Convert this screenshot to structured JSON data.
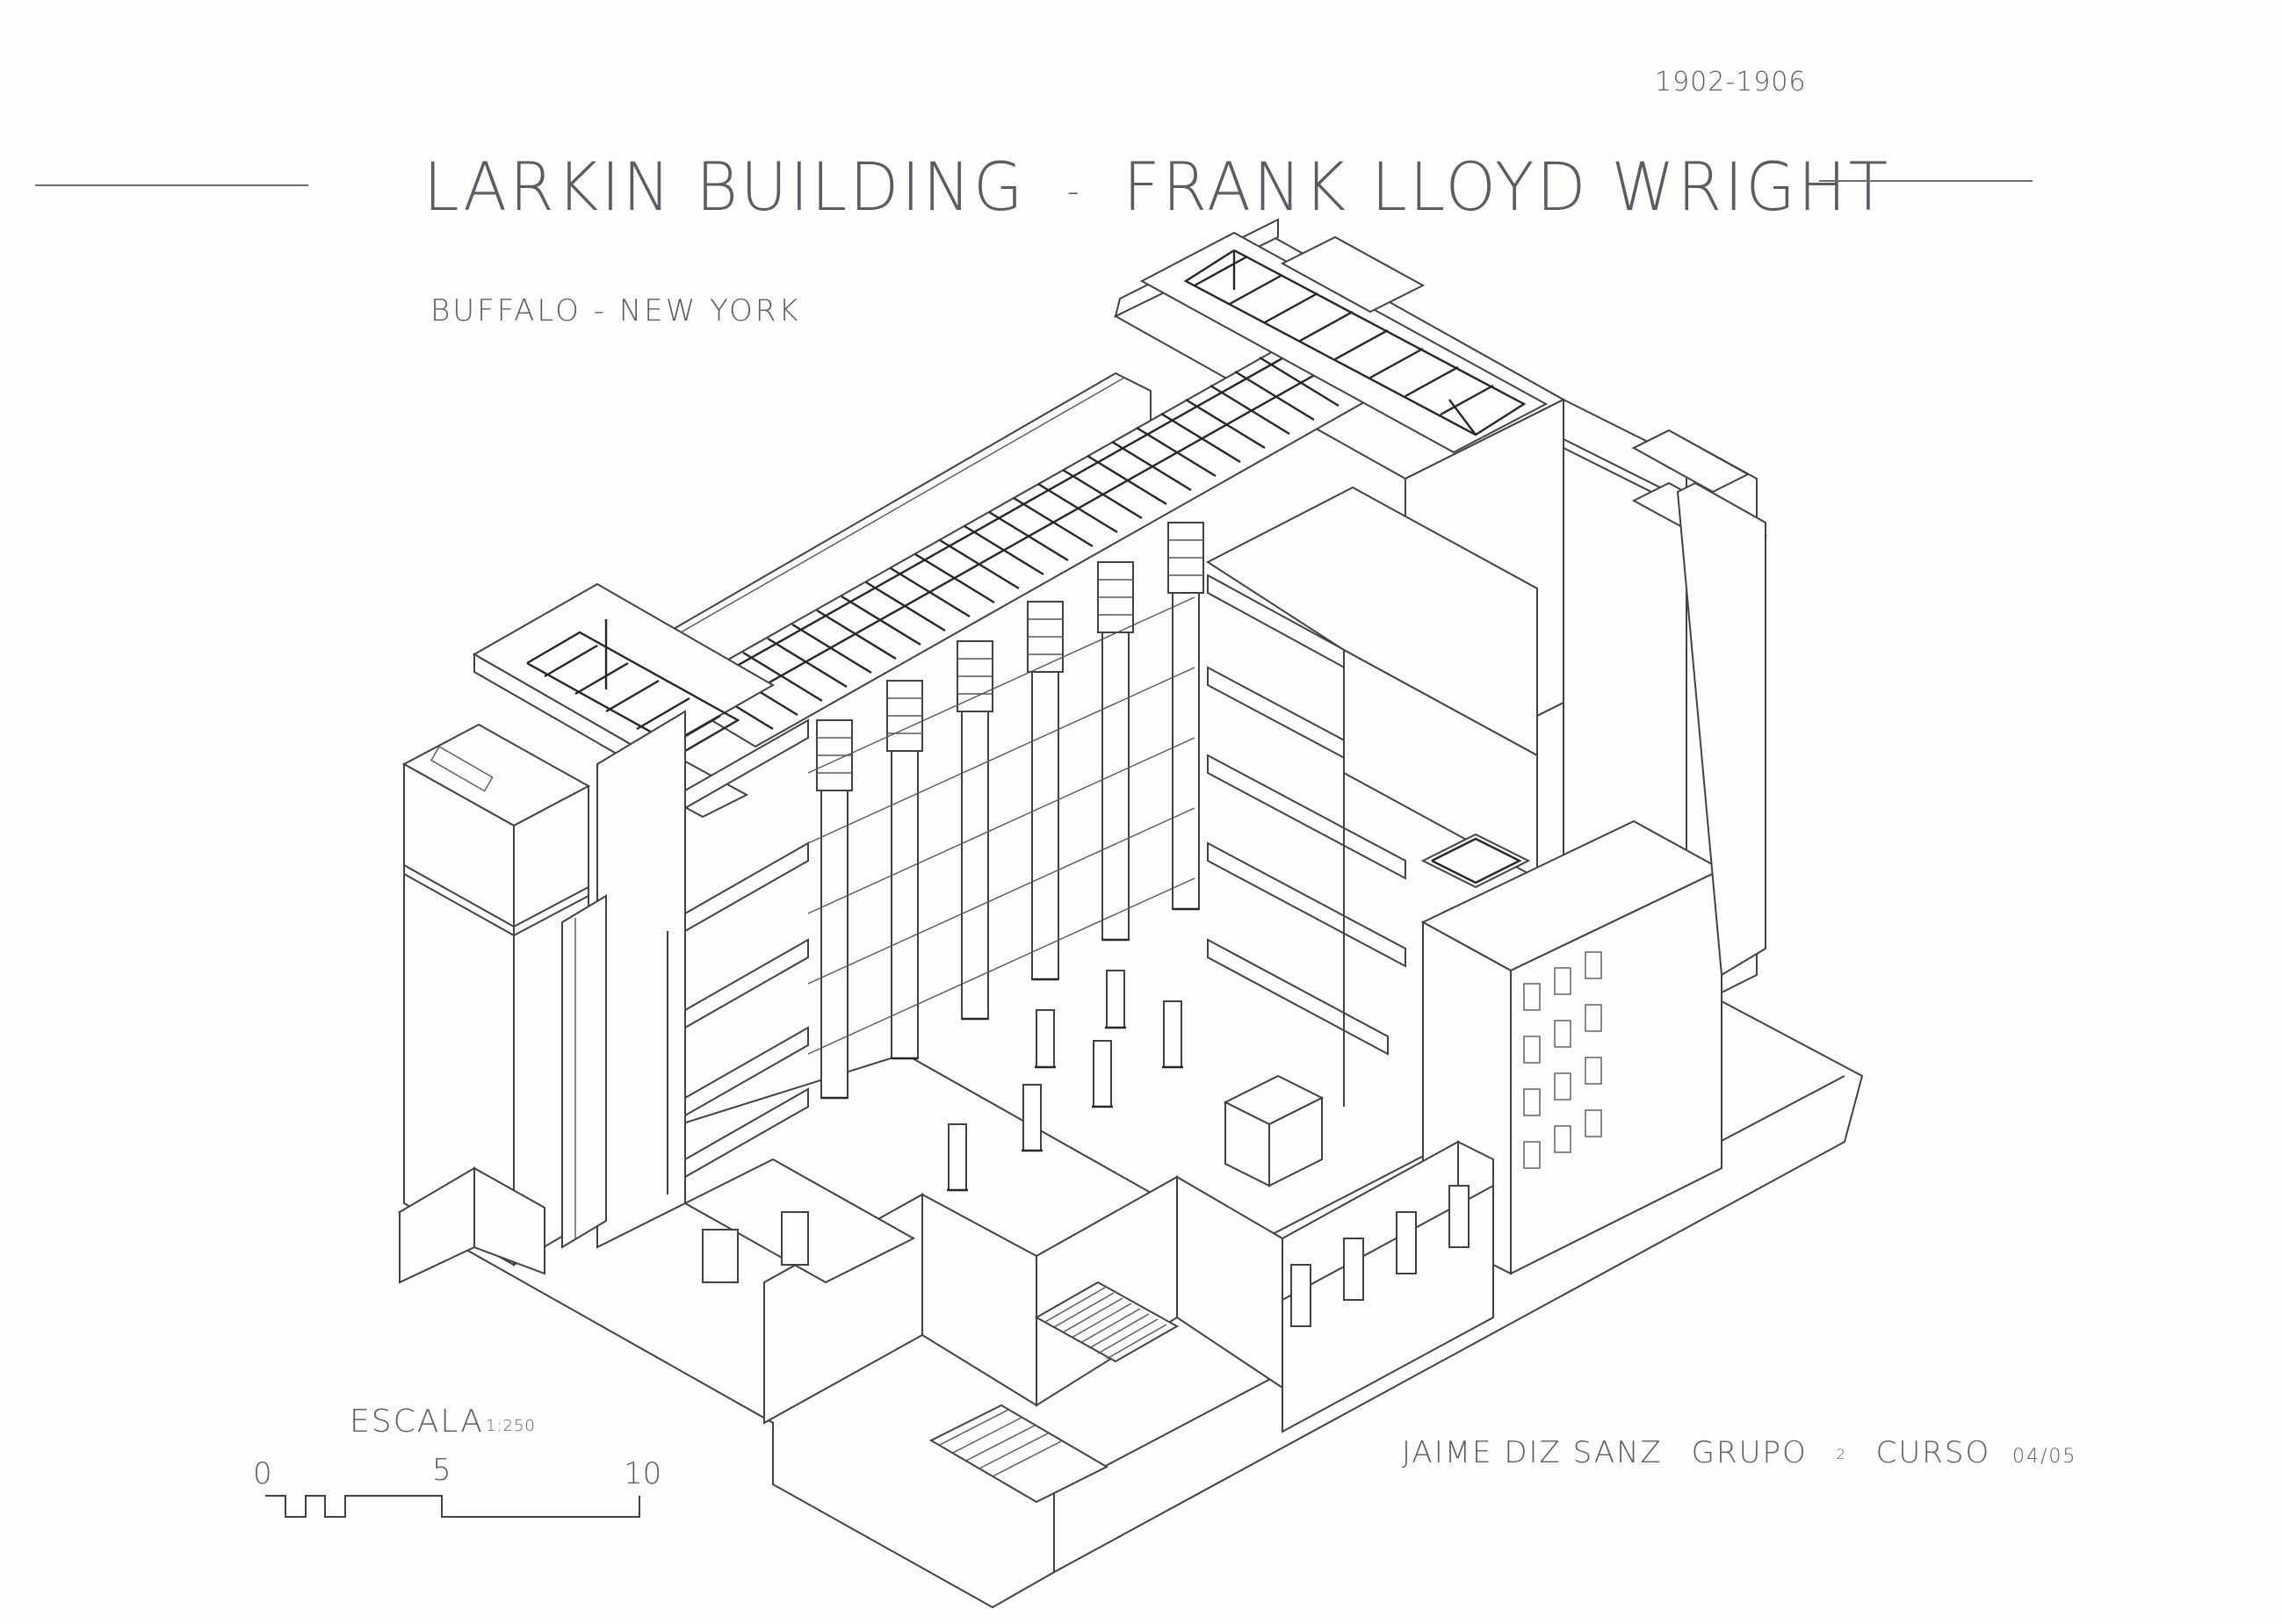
{
  "sheet": {
    "date_range": "1902-1906",
    "title": "LARKIN BUILDING - FRANK LLOYD WRIGHT",
    "title_parts": {
      "building": "LARKIN BUILDING",
      "separator": "-",
      "architect": "FRANK LLOYD WRIGHT"
    },
    "location": "BUFFALO - NEW YORK",
    "drawing_type": "isometric-axonometric-section",
    "colors": {
      "paper": "#fdfdfb",
      "ink": "#3f424a",
      "text": "#5a5d66"
    }
  },
  "scale": {
    "label": "ESCALA",
    "ratio": "1:250",
    "ticks": [
      "0",
      "5",
      "10"
    ],
    "units": "m"
  },
  "credits": {
    "author": "JAIME DIZ SANZ",
    "group_label": "GRUPO",
    "group_number": "2",
    "course_label": "CURSO",
    "course_year": "04/05"
  },
  "drawing": {
    "elements": [
      {
        "name": "skylight-roof-central",
        "description": "long central atrium skylight with hatched glazing"
      },
      {
        "name": "skylight-roof-north-wing",
        "description": "hipped skylight over rear wing"
      },
      {
        "name": "skylight-roof-west-wing",
        "description": "hipped skylight over left wing"
      },
      {
        "name": "stair-tower-left",
        "description": "corner stair tower, left"
      },
      {
        "name": "stair-tower-right",
        "description": "corner stair tower, right"
      },
      {
        "name": "atrium-piers",
        "description": "row of tall brick piers with stepped capitals"
      },
      {
        "name": "gallery-floors",
        "description": "cut balcony floor slabs around the atrium"
      },
      {
        "name": "atrium-floor-columns",
        "description": "free-standing square columns on the light court floor"
      },
      {
        "name": "annex-block",
        "description": "entrance annex with windows, right"
      },
      {
        "name": "entrance-stair",
        "description": "main entrance stair and forecourt, front"
      }
    ]
  }
}
